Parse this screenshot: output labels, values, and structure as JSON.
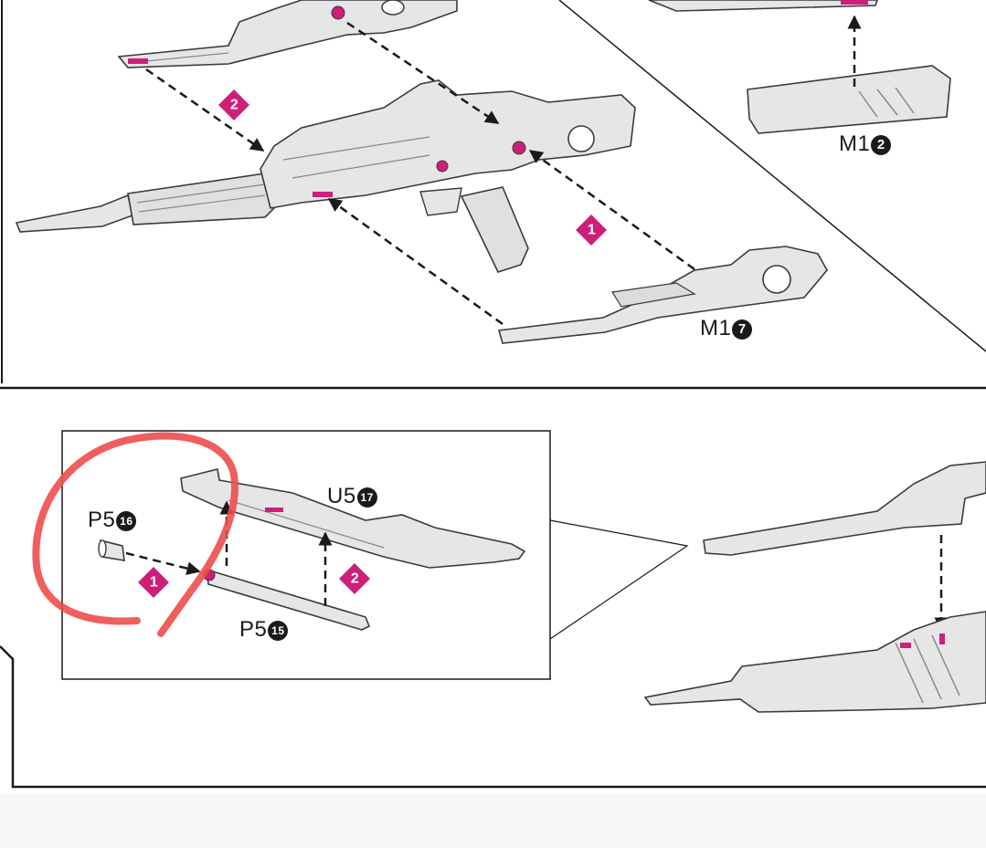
{
  "colors": {
    "accent": "#cc1f7a",
    "ink": "#1a1a1a",
    "part_fill": "#e6e6e6",
    "part_stroke": "#3a3a3a",
    "markup": "#ee4d4d"
  },
  "upper_panel": {
    "labels": [
      {
        "part": "M1",
        "number": "2"
      },
      {
        "part": "M1",
        "number": "7"
      }
    ],
    "steps": [
      "2",
      "1"
    ]
  },
  "lower_panel": {
    "labels": [
      {
        "part": "P5",
        "number": "16"
      },
      {
        "part": "U5",
        "number": "17"
      },
      {
        "part": "P5",
        "number": "15"
      }
    ],
    "steps": [
      "1",
      "2"
    ]
  },
  "markup": {
    "type": "hand-drawn-circle",
    "icon": "red-circle-annotation"
  }
}
